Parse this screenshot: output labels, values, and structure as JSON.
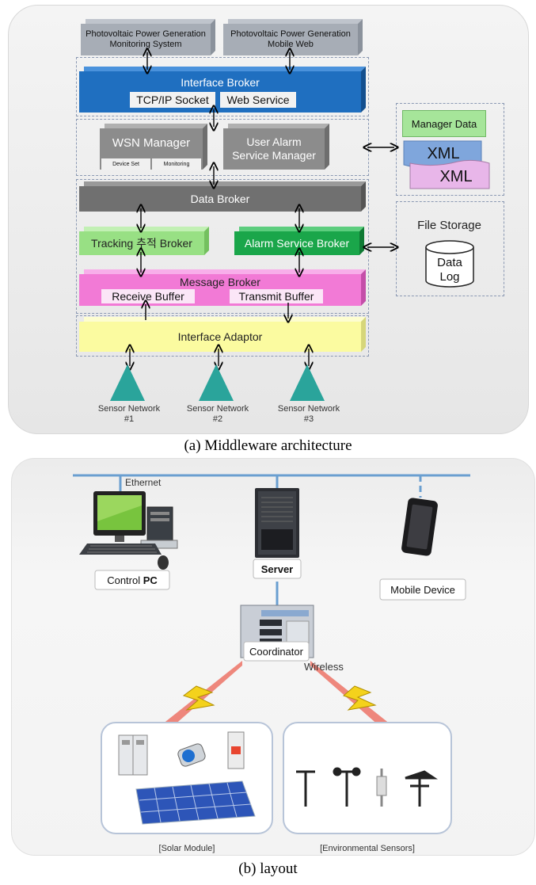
{
  "panel_a": {
    "top_boxes": [
      "Photovoltaic Power Generation Monitoring System",
      "Photovoltaic Power Generation Mobile Web"
    ],
    "top_box_lines": [
      [
        "Photovoltaic Power Generation",
        "Monitoring System"
      ],
      [
        "Photovoltaic Power Generation",
        "Mobile Web"
      ]
    ],
    "interface_broker": "Interface Broker",
    "tcp_socket": "TCP/IP Socket",
    "web_service": "Web Service",
    "wsn_manager": "WSN Manager",
    "device_set": "Device Set",
    "monitoring": "Monitoring",
    "user_alarm_line1": "User Alarm",
    "user_alarm_line2": "Service  Manager",
    "manager_data": "Manager Data",
    "xml1": "XML",
    "xml2": "XML",
    "data_broker": "Data Broker",
    "file_storage": "File Storage",
    "data_log_line1": "Data",
    "data_log_line2": "Log",
    "tracking_broker": "Tracking 추적 Broker",
    "alarm_service_broker": "Alarm Service Broker",
    "message_broker": "Message Broker",
    "receive_buffer": "Receive Buffer",
    "transmit_buffer": "Transmit Buffer",
    "interface_adaptor": "Interface Adaptor",
    "sensors": [
      {
        "name": "Sensor Network",
        "num": "#1"
      },
      {
        "name": "Sensor Network",
        "num": "#2"
      },
      {
        "name": "Sensor Network",
        "num": "#3"
      }
    ],
    "caption": "(a) Middleware architecture"
  },
  "panel_b": {
    "ethernet": "Ethernet",
    "control_pc_prefix": "Control ",
    "control_pc_bold": "PC",
    "server": "Server",
    "mobile_device": "Mobile Device",
    "coordinator": "Coordinator",
    "wireless": "Wireless",
    "solar_module": "[Solar Module]",
    "environmental_sensors": "[Environmental Sensors]",
    "caption": "(b) layout"
  },
  "colors": {
    "interface_broker": "#1f6fc0",
    "gray_box": "#8c8c8c",
    "data_broker": "#707070",
    "tracking": "#98e084",
    "alarm": "#1aa64a",
    "message": "#f27ad6",
    "adaptor": "#fbfba0",
    "sensor": "#2aa49b",
    "network_line": "#6a9fd0"
  }
}
